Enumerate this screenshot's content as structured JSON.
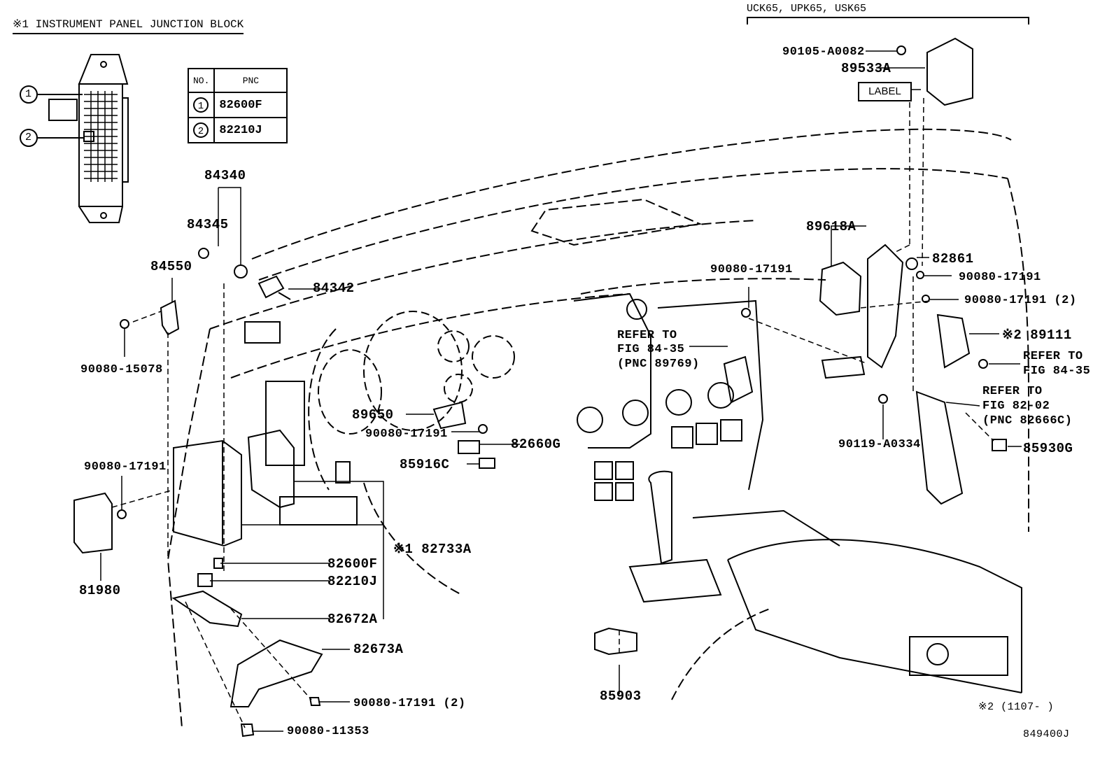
{
  "header": {
    "junction_block_title": "※1 INSTRUMENT PANEL JUNCTION BLOCK",
    "models": "UCK65, UPK65, USK65",
    "label_box": "LABEL"
  },
  "pnc_table": {
    "col_no": "NO.",
    "col_pnc": "PNC",
    "rows": [
      {
        "no": "1",
        "pnc": "82600F"
      },
      {
        "no": "2",
        "pnc": "82210J"
      }
    ]
  },
  "callouts": {
    "c1": "1",
    "c2": "2"
  },
  "parts": {
    "p84340": "84340",
    "p84345": "84345",
    "p84550": "84550",
    "p84342": "84342",
    "p90080_15078": "90080-15078",
    "p89650": "89650",
    "p90080_17191_a": "90080-17191",
    "p82660G": "82660G",
    "p85916C": "85916C",
    "p90080_17191_b": "90080-17191",
    "p81980": "81980",
    "p82600F": "82600F",
    "p82210J": "82210J",
    "p82733A": "※1 82733A",
    "p82672A": "82672A",
    "p82673A": "82673A",
    "p90080_17191_2a": "90080-17191 (2)",
    "p90080_11353": "90080-11353",
    "p85903": "85903",
    "p90105_A0082": "90105-A0082",
    "p89533A": "89533A",
    "p89618A": "89618A",
    "p82861": "82861",
    "p90080_17191_c": "90080-17191",
    "p90080_17191_d": "90080-17191",
    "p90080_17191_2b": "90080-17191 (2)",
    "p89111": "※2 89111",
    "p90119_A0334": "90119-A0334",
    "p85930G": "85930G"
  },
  "references": {
    "ref1_line1": "REFER TO",
    "ref1_line2": "FIG 84-35",
    "ref1_line3": "(PNC 89769)",
    "ref2_line1": "REFER TO",
    "ref2_line2": "FIG 84-35",
    "ref3_line1": "REFER TO",
    "ref3_line2": "FIG 82-02",
    "ref3_line3": "(PNC 82666C)"
  },
  "footer": {
    "note": "※2 (1107-      )",
    "figure_id": "849400J"
  }
}
